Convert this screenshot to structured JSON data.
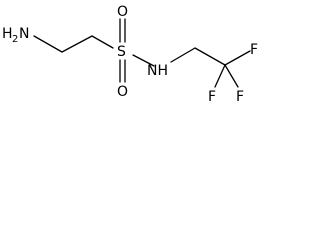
{
  "molecule": {
    "atoms": {
      "amine_main": "H",
      "amine_sub": "2",
      "amine_tail": "N",
      "sulfur": "S",
      "oxygen_top": "O",
      "oxygen_bottom": "O",
      "amide_nitrogen": "NH",
      "fluorine_right": "F",
      "fluorine_bottom_left": "F",
      "fluorine_bottom_right": "F"
    }
  }
}
